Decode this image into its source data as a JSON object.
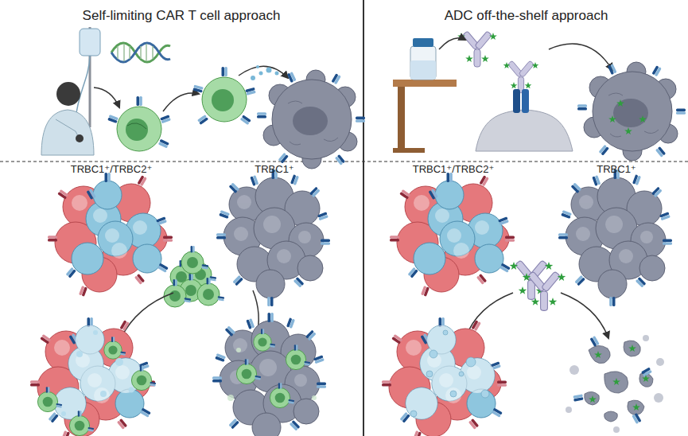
{
  "diagram": {
    "nodes": [
      {
        "text": [
          "Self-limiting CAR T cell approach"
        ]
      },
      {
        "text": [
          "TRBC1⁺/TRBC2⁺"
        ],
        "in": 0
      },
      {
        "text": [
          "TRBC1⁺"
        ],
        "in": 0
      },
      {
        "text": [
          "ADC off-the-shelf approach"
        ]
      },
      {
        "text": [
          "TRBC1⁺/TRBC2⁺"
        ],
        "in": 3
      },
      {
        "text": [
          "TRBC1⁺"
        ],
        "in": 3
      }
    ]
  }
}
